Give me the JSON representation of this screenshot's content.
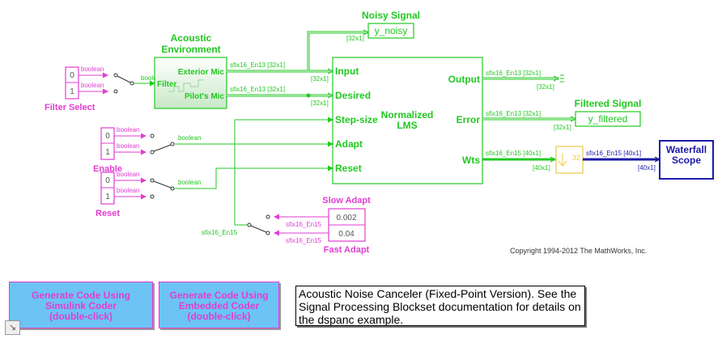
{
  "diagram": {
    "noisy_signal": {
      "title": "Noisy Signal",
      "block": "y_noisy",
      "dim": "[32x1]"
    },
    "acoustic_env": {
      "title_line1": "Acoustic",
      "title_line2": "Environment",
      "in_label": "Filter",
      "out1": "Exterior Mic",
      "out2": "Pilot's Mic"
    },
    "filter_select": {
      "label": "Filter Select",
      "v0": "0",
      "v1": "1",
      "sig0": "boolean",
      "sig1": "boolean",
      "sw_out": "boolean"
    },
    "enable": {
      "label": "Enable",
      "v0": "0",
      "v1": "1",
      "sig0": "boolean",
      "sig1": "boolean",
      "sw_out": "boolean"
    },
    "reset": {
      "label": "Reset",
      "v0": "0",
      "v1": "1",
      "sig0": "boolean",
      "sig1": "boolean",
      "sw_out": "boolean"
    },
    "lms": {
      "name_line1": "Normalized",
      "name_line2": "LMS",
      "in_input": "Input",
      "in_desired": "Desired",
      "in_step": "Step-size",
      "in_adapt": "Adapt",
      "in_reset": "Reset",
      "out_output": "Output",
      "out_error": "Error",
      "out_wts": "Wts"
    },
    "signals": {
      "exterior": "sfix16_En13 [32x1]",
      "pilot": "sfix16_En13 [32x1]",
      "input_dim": "[32x1]",
      "desired_dim": "[32x1]",
      "output_sig": "sfix16_En13 [32x1]",
      "output_dim": "[32x1]",
      "error_sig": "sfix16_En13 [32x1]",
      "error_dim": "[32x1]",
      "wts_sig": "sfix16_En15 [40x1]",
      "wts_dim": "[40x1]",
      "ds_out_sig": "sfix16_En15 [40x1]",
      "ds_out_dim": "[40x1]",
      "step_sig": "sfix16_En15",
      "slow_sig": "sfix16_En15",
      "fast_sig": "sfix16_En15"
    },
    "filtered_signal": {
      "title": "Filtered Signal",
      "block": "y_filtered"
    },
    "downsample": {
      "factor": "32"
    },
    "waterfall": {
      "line1": "Waterfall",
      "line2": "Scope"
    },
    "slow_adapt": {
      "label": "Slow Adapt",
      "value": "0.002"
    },
    "fast_adapt": {
      "label": "Fast Adapt",
      "value": "0.04"
    },
    "copyright": "Copyright 1994-2012 The MathWorks, Inc."
  },
  "buttons": {
    "simulink": [
      "Generate Code Using",
      "Simulink Coder",
      "(double-click)"
    ],
    "embedded": [
      "Generate Code Using",
      "Embedded Coder",
      "(double-click)"
    ]
  },
  "note": "Acoustic Noise Canceler (Fixed-Point Version).  See the Signal Processing Blockset documentation for details on the dspanc example.",
  "colors": {
    "signal": "#22c822",
    "magenta": "#e23dd1",
    "blue": "#1a1aa8",
    "yellow": "#e8c84a",
    "button_bg": "#6cc3f4"
  }
}
